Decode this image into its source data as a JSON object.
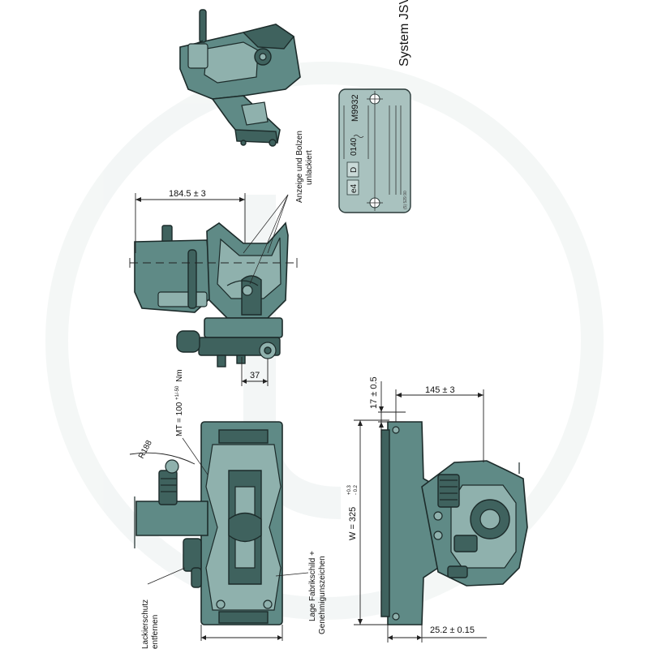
{
  "title": "System JSV",
  "dimensions": {
    "top_width": "184.5 ± 3",
    "offset_37": "37",
    "width_145": "145 ± 3",
    "height_17": "17 ± 0.5",
    "w_325": "W = 325",
    "w_325_tol_plus": "+0.3",
    "w_325_tol_minus": "- 0.2",
    "bottom_25": "25.2 ± 0.15",
    "radius": "R188",
    "torque": "MT = 100",
    "torque_tol": "+1/-50",
    "torque_unit": "Nm"
  },
  "labels": {
    "indicator_line1": "Anzeige und Bolzen",
    "indicator_line2": "unlackiert",
    "plate_line1": "Lage Fabrikschild +",
    "plate_line2": "Genehmigunszeichen",
    "paint_line1": "Lackierschutz",
    "paint_line2": "entfernen"
  },
  "nameplate": {
    "approval_prefix": "e4",
    "class": "D",
    "approval_number": "0140",
    "model": "M9932",
    "small_text": "(5) 529.90"
  }
}
